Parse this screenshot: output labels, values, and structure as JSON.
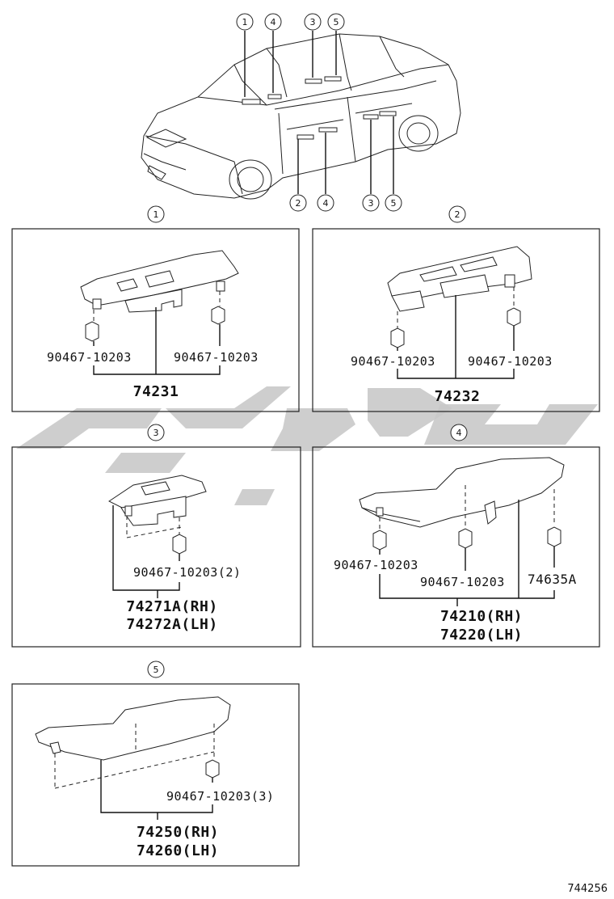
{
  "car_callouts": [
    "1",
    "4",
    "3",
    "5",
    "2",
    "4",
    "3",
    "5"
  ],
  "panels": [
    {
      "id": "1",
      "callout": "1",
      "fasteners": [
        "90467-10203",
        "90467-10203"
      ],
      "assembly": [
        "74231"
      ]
    },
    {
      "id": "2",
      "callout": "2",
      "fasteners": [
        "90467-10203",
        "90467-10203"
      ],
      "assembly": [
        "74232"
      ]
    },
    {
      "id": "3",
      "callout": "3",
      "fasteners": [
        "90467-10203(2)"
      ],
      "assembly": [
        "74271A(RH)",
        "74272A(LH)"
      ]
    },
    {
      "id": "4",
      "callout": "4",
      "fasteners": [
        "90467-10203",
        "90467-10203",
        "74635A"
      ],
      "assembly": [
        "74210(RH)",
        "74220(LH)"
      ]
    },
    {
      "id": "5",
      "callout": "5",
      "fasteners": [
        "90467-10203(3)"
      ],
      "assembly": [
        "74250(RH)",
        "74260(LH)"
      ]
    }
  ],
  "figure_ref": "744256",
  "colors": {
    "line": "#222222",
    "watermark": "#c9c9c9"
  }
}
